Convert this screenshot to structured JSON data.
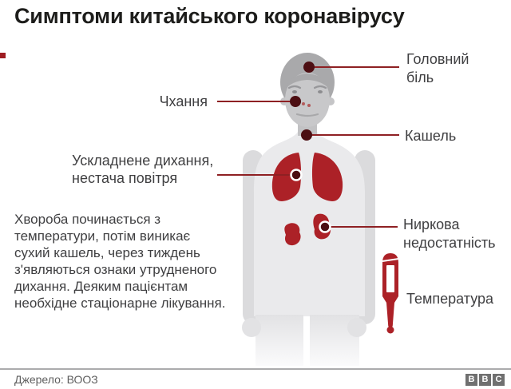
{
  "header": {
    "title": "Симптоми китайського коронавірусу"
  },
  "figure_labels": {
    "headache": "Головний\nбіль",
    "sneezing": "Чхання",
    "cough": "Кашель",
    "breathing": "Ускладнене дихання,\nнестача повітря",
    "kidney_failure": "Ниркова\nнедостатність",
    "temperature": "Температура"
  },
  "description": "Хвороба починається з\nтемператури, потім виникає\nсухий кашель, через тиждень\nз'являються ознаки утрудненого\nдихання. Деяким пацієнтам\nнеобхідне стаціонарне лікування.",
  "footer": {
    "source": "Джерело: ВООЗ",
    "logo_letters": [
      "B",
      "B",
      "C"
    ]
  },
  "icons": {
    "figure": "human-body-icon",
    "thermometer": "thermometer-icon"
  },
  "colors": {
    "organ_red": "#AC2127",
    "marker_red": "#4C0E12",
    "line_red": "#8E2023",
    "brand_red": "#9E1C22",
    "title_color": "#1D1D1B",
    "text_color": "#3F3F41",
    "muted_color": "#5F5F5F",
    "divider_color": "#ABABAD",
    "bbc_gray": "#707070"
  }
}
